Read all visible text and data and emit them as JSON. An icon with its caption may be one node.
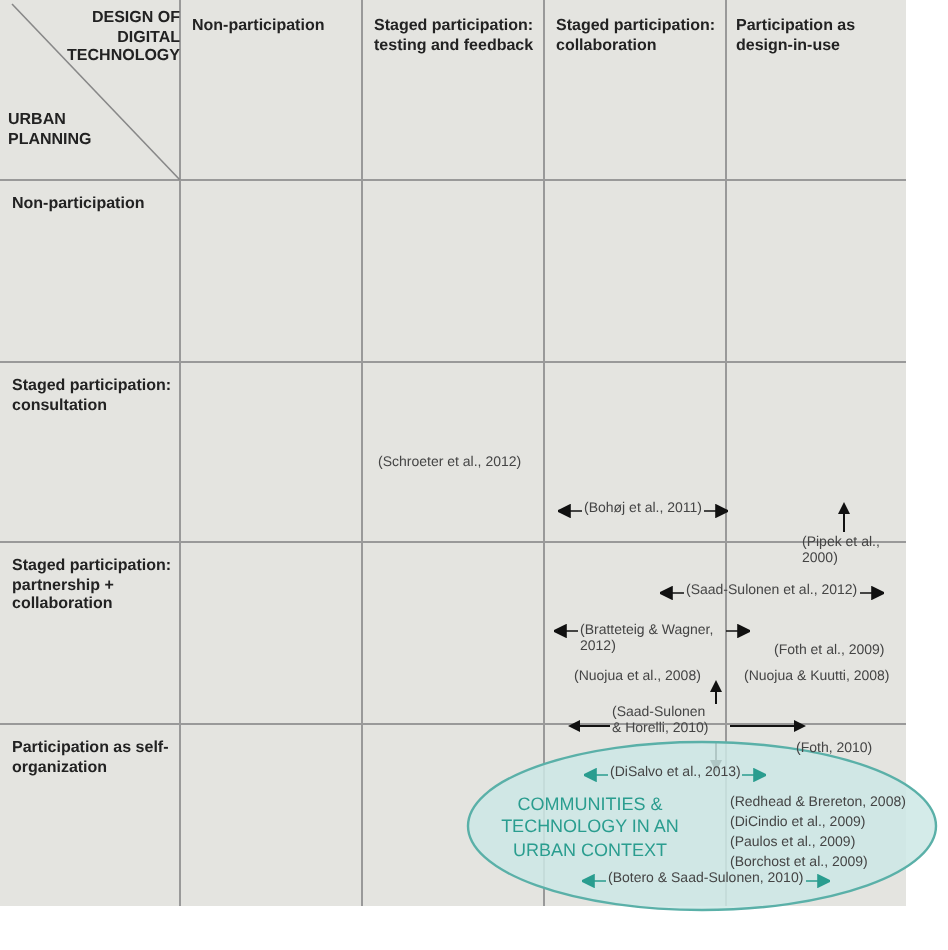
{
  "diagram": {
    "nodes": [
      {
        "text": [
          "COMMUNITIES & TECHNOLOGY IN AN URBAN CONTEXT"
        ]
      }
    ],
    "edges": [],
    "labels": [
      "DESIGN OF DIGITAL TECHNOLOGY",
      "URBAN PLANNING",
      "Non-participation",
      "Staged participation: testing and feedback",
      "Staged participation: collaboration",
      "Participation as design-in-use",
      "Non-participation",
      "Staged participation: consultation",
      "Staged participation: partnership + collaboration",
      "Participation as self-organization",
      "(Schroeter et al., 2012)",
      "(Bohøj et al., 2011)",
      "(Pipek et al., 2000)",
      "(Saad-Sulonen et al., 2012)",
      "(Bratteteig & Wagner, 2012)",
      "(Foth et al., 2009)",
      "(Nuojua et al., 2008)",
      "(Nuojua & Kuutti, 2008)",
      "(Saad-Sulonen & Horelli, 2010)",
      "(Foth, 2010)",
      "(DiSalvo et al., 2013)",
      "(Redhead & Brereton, 2008)",
      "(DiCindio et al., 2009)",
      "(Paulos et al., 2009)",
      "(Borchost et al., 2009)",
      "(Botero & Saad-Sulonen, 2010)"
    ]
  }
}
